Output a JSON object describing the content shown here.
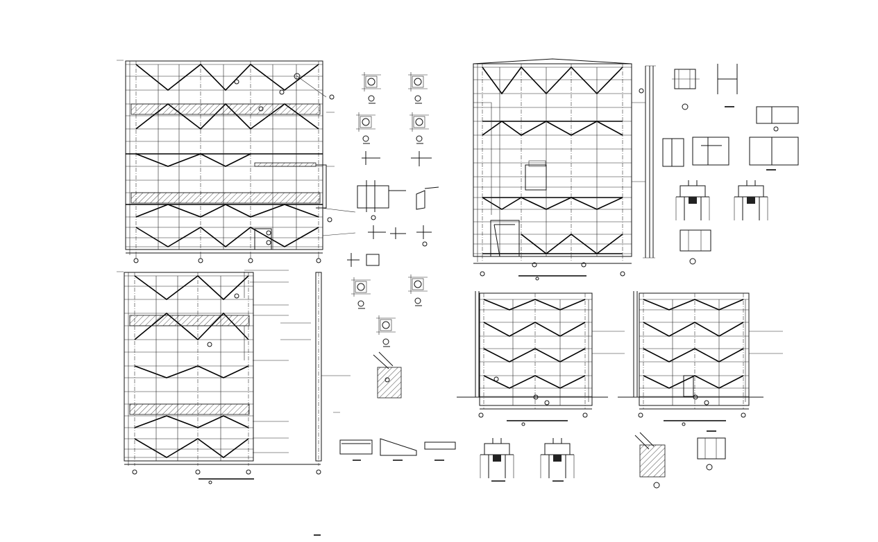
{
  "sheet": {
    "background": "#ffffff",
    "line_color": "#111111",
    "panels": [
      {
        "name": "elevation-a",
        "bays": 3,
        "tiers": 9
      },
      {
        "name": "elevation-b",
        "bays": 3,
        "tiers": 9
      },
      {
        "name": "elevation-c",
        "bays": 3,
        "tiers": 10
      },
      {
        "name": "elevation-d",
        "bays": 2,
        "tiers": 6
      },
      {
        "name": "elevation-e",
        "bays": 2,
        "tiers": 6
      }
    ]
  }
}
